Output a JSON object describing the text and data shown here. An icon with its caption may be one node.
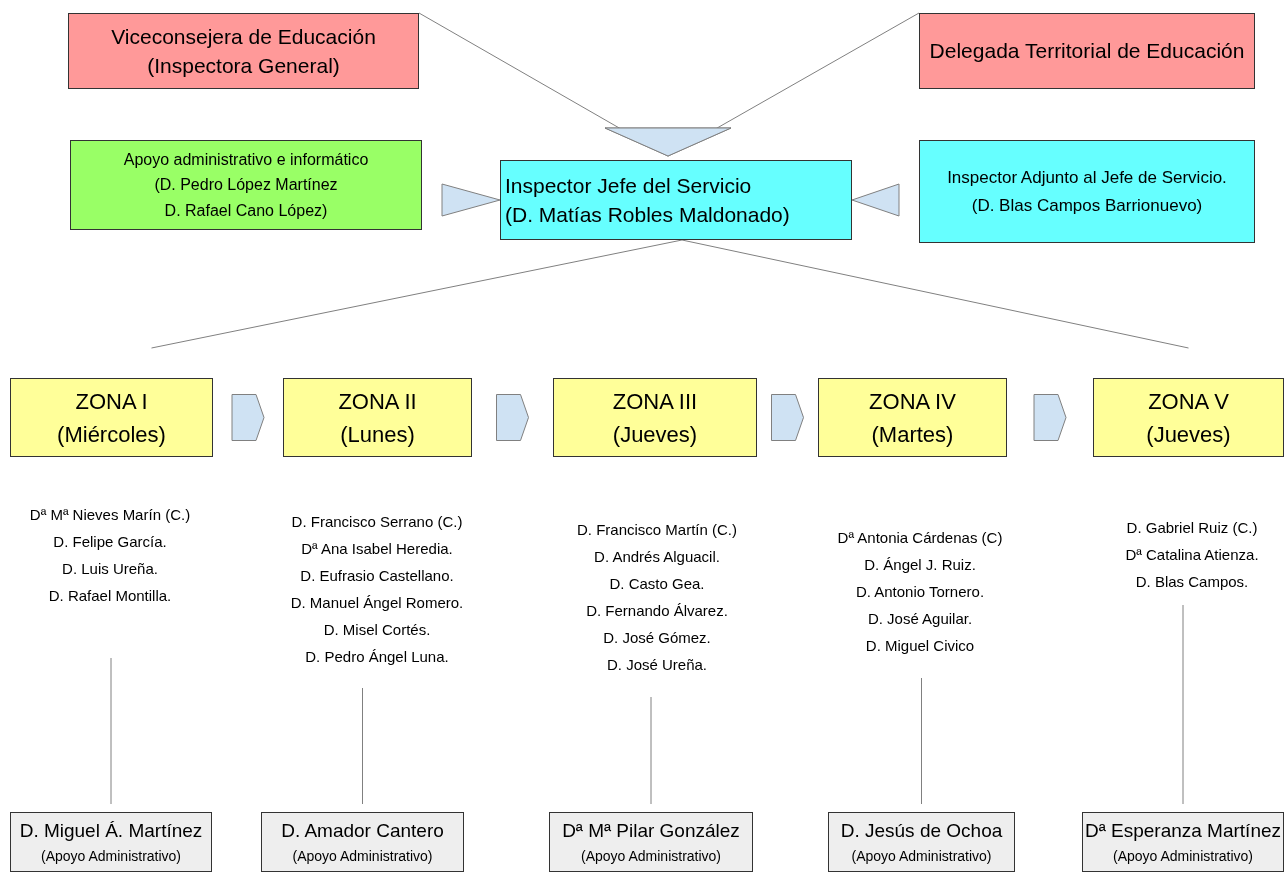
{
  "diagram": {
    "nodes": [
      {
        "text": [
          "Viceconsejera de Educación",
          "(Inspectora General)"
        ]
      },
      {
        "text": [
          "Delegada Territorial de Educación"
        ]
      },
      {
        "text": [
          "Apoyo administrativo e informático",
          "(D. Pedro López Martínez",
          "D. Rafael Cano López)"
        ]
      },
      {
        "text": [
          "Inspector Jefe del Servicio",
          "(D. Matías Robles Maldonado)"
        ]
      },
      {
        "text": [
          "Inspector Adjunto al Jefe de Servicio.",
          "(D. Blas Campos Barrionuevo)"
        ]
      },
      {
        "text": [
          "ZONA I",
          "(Miércoles)"
        ]
      },
      {
        "text": [
          "ZONA II",
          "(Lunes)"
        ]
      },
      {
        "text": [
          "ZONA III",
          "(Jueves)"
        ]
      },
      {
        "text": [
          "ZONA IV",
          "(Martes)"
        ]
      },
      {
        "text": [
          "ZONA V",
          "(Jueves)"
        ]
      },
      {
        "text": [
          "Dª Mª Nieves Marín (C.)",
          "D. Felipe García.",
          "D. Luis Ureña.",
          "D. Rafael Montilla."
        ]
      },
      {
        "text": [
          "D. Francisco Serrano (C.)",
          "Dª Ana Isabel Heredia.",
          "D. Eufrasio Castellano.",
          "D. Manuel Ángel Romero.",
          "D. Misel Cortés.",
          "D. Pedro Ángel Luna."
        ]
      },
      {
        "text": [
          "D. Francisco Martín (C.)",
          "D. Andrés Alguacil.",
          "D. Casto Gea.",
          "D. Fernando Álvarez.",
          "D. José Gómez.",
          "D. José Ureña."
        ]
      },
      {
        "text": [
          "Dª Antonia Cárdenas (C)",
          "D. Ángel J. Ruiz.",
          "D. Antonio Tornero.",
          "D. José Aguilar.",
          "D. Miguel Civico"
        ]
      },
      {
        "text": [
          "D. Gabriel Ruiz (C.)",
          "Dª Catalina Atienza.",
          "D. Blas Campos."
        ]
      },
      {
        "text": [
          "D. Miguel Á. Martínez",
          "(Apoyo Administrativo)"
        ]
      },
      {
        "text": [
          "D. Amador Cantero",
          "(Apoyo Administrativo)"
        ]
      },
      {
        "text": [
          "Dª Mª Pilar González",
          "(Apoyo Administrativo)"
        ]
      },
      {
        "text": [
          "D. Jesús de Ochoa",
          "(Apoyo Administrativo)"
        ]
      },
      {
        "text": [
          "Dª Esperanza Martínez",
          "(Apoyo Administrativo)"
        ]
      }
    ],
    "edges": [
      {
        "from": 0,
        "to": 3,
        "arrow": "to"
      },
      {
        "from": 1,
        "to": 3,
        "arrow": "to"
      },
      {
        "from": 2,
        "to": 3,
        "arrow": "to"
      },
      {
        "from": 4,
        "to": 3,
        "arrow": "to"
      },
      {
        "from": 3,
        "to": 5,
        "arrow": "none"
      },
      {
        "from": 3,
        "to": 9,
        "arrow": "none"
      },
      {
        "from": 5,
        "to": 6,
        "arrow": "to"
      },
      {
        "from": 6,
        "to": 7,
        "arrow": "to"
      },
      {
        "from": 7,
        "to": 8,
        "arrow": "to"
      },
      {
        "from": 8,
        "to": 9,
        "arrow": "to"
      },
      {
        "from": 10,
        "to": 15,
        "arrow": "none"
      },
      {
        "from": 11,
        "to": 16,
        "arrow": "none"
      },
      {
        "from": 12,
        "to": 17,
        "arrow": "none"
      },
      {
        "from": 13,
        "to": 18,
        "arrow": "none"
      },
      {
        "from": 14,
        "to": 19,
        "arrow": "none"
      }
    ]
  }
}
